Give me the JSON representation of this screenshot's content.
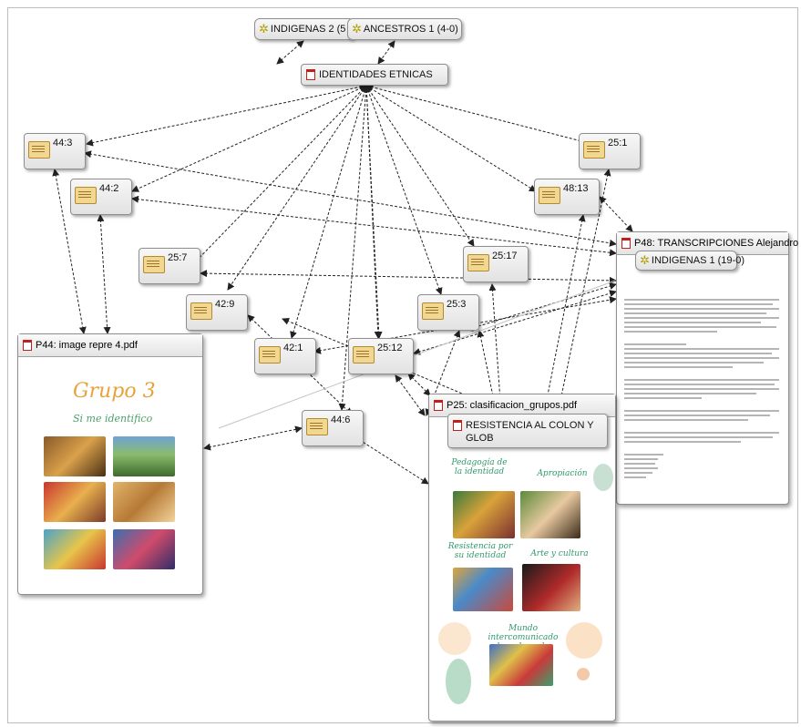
{
  "nodes": {
    "indigenas2": "INDIGENAS 2 (5",
    "ancestros1": "ANCESTROS 1 (4-0)",
    "identidades": "IDENTIDADES ETNICAS",
    "indigenas1": "INDIGENAS 1 (19-0)",
    "resistencia": "RESISTENCIA AL COLON Y GLOB"
  },
  "quotes": {
    "q44_3": "44:3",
    "q44_2": "44:2",
    "q25_1": "25:1",
    "q48_13": "48:13",
    "q25_7": "25:7",
    "q42_9": "42:9",
    "q42_1": "42:1",
    "q25_12": "25:12",
    "q25_17": "25:17",
    "q25_3": "25:3",
    "q44_6": "44:6"
  },
  "docs": {
    "p48": "P48: TRANSCRIPCIONES Alejandro",
    "p44": "P44: image repre 4.pdf",
    "p44_heading": "Grupo 3",
    "p44_sub": "Si me identifico",
    "p25": "P25: clasificacion_grupos.pdf",
    "p25_pedagogia": "Pedagogía de la identidad",
    "p25_apropiacion": "Apropiación",
    "p25_resistencia": "Resistencia por su identidad",
    "p25_arte": "Arte y cultura",
    "p25_mundo": "Mundo intercomunicado basado en la equidad"
  }
}
